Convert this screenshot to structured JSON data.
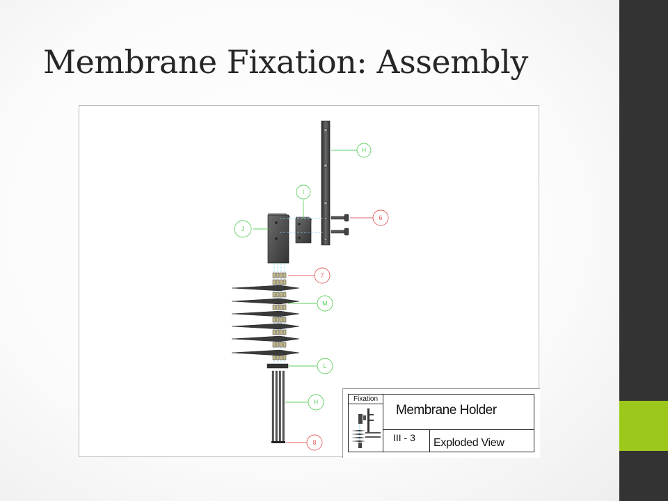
{
  "slide": {
    "title": "Membrane Fixation: Assembly",
    "colors": {
      "sidebar": "#333333",
      "accent": "#9cc81b",
      "callout_green": "#5fcf5f",
      "callout_red": "#e06060"
    }
  },
  "drawing": {
    "callouts": {
      "h_top": "H",
      "i": "I",
      "j": "J",
      "six": "6",
      "seven": "7",
      "m": "M",
      "l": "L",
      "h_bottom": "H",
      "eight": "8"
    },
    "title_block": {
      "label": "Fixation",
      "title": "Membrane Holder",
      "code": "III - 3",
      "view": "Exploded View"
    }
  }
}
